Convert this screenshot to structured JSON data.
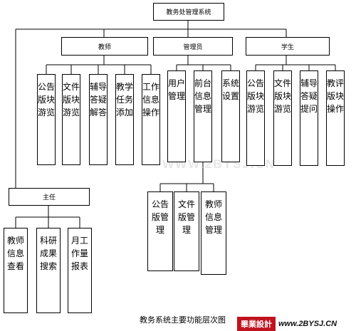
{
  "diagram": {
    "root": "教务处管理系统",
    "teacher": {
      "title": "教师",
      "items": [
        "公告版块游览",
        "文件版块游览",
        "辅导答疑解答",
        "教学任务添加",
        "工作信息操作"
      ]
    },
    "admin": {
      "title": "管理员",
      "items": [
        "用户管理",
        "前台信息管理",
        "系统设置"
      ],
      "sub_items": [
        "公告版管理",
        "文件版管理",
        "教师信息管理"
      ]
    },
    "student": {
      "title": "学生",
      "items": [
        "公告版块游览",
        "文件版块游览",
        "辅导答疑提问",
        "教评版块操作"
      ]
    },
    "director": {
      "title": "主任",
      "items": [
        "教师信息查看",
        "科研成果搜索",
        "月工作量报表"
      ]
    },
    "caption": "教务系统主要功能层次图"
  },
  "watermark": "WWW.2BYSJ.CN",
  "logo": {
    "text": "畢業設計",
    "url": "www.2BYSJ.CN"
  }
}
